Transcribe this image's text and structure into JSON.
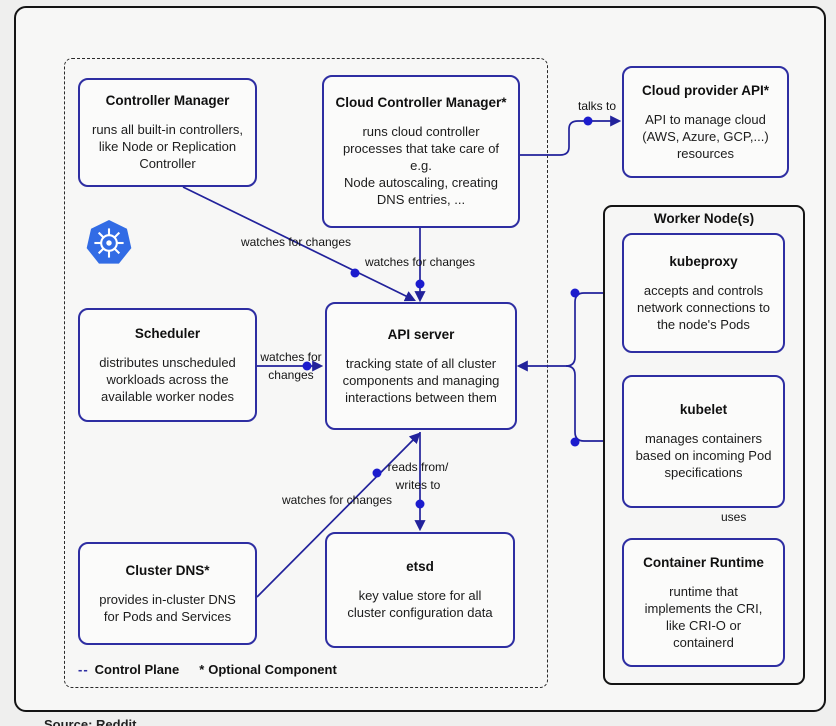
{
  "colors": {
    "box_border": "#2e2ea2",
    "wire": "#22229b",
    "dot": "#1c1ccd",
    "k8s_blue": "#326CE5",
    "frame_border": "#141414"
  },
  "caption": {
    "source": "Source: Reddit"
  },
  "control_plane": {
    "legend": {
      "dash": "--",
      "control_plane_label": "Control Plane",
      "star": "*",
      "optional_label": "Optional Component"
    },
    "nodes": {
      "controller_manager": {
        "title": "Controller Manager",
        "body": "runs all built-in controllers,\nlike Node or Replication\nController"
      },
      "cloud_controller_manager": {
        "title": "Cloud Controller Manager*",
        "body": "runs cloud controller\nprocesses that take care of\ne.g.\nNode autoscaling, creating\nDNS entries, ..."
      },
      "scheduler": {
        "title": "Scheduler",
        "body": "distributes unscheduled\nworkloads across the\navailable worker nodes"
      },
      "api_server": {
        "title": "API server",
        "body": "tracking state of all cluster\ncomponents and managing\ninteractions between them"
      },
      "cluster_dns": {
        "title": "Cluster DNS*",
        "body": "provides in-cluster DNS\nfor Pods and Services"
      },
      "etsd": {
        "title": "etsd",
        "body": "key value store for all\ncluster configuration data"
      }
    }
  },
  "cloud": {
    "cloud_provider_api": {
      "title": "Cloud provider API*",
      "body": "API to manage cloud\n(AWS, Azure, GCP,...)\nresources"
    }
  },
  "worker": {
    "title": "Worker Node(s)",
    "nodes": {
      "kubeproxy": {
        "title": "kubeproxy",
        "body": "accepts and controls\nnetwork connections to\nthe node's Pods"
      },
      "kubelet": {
        "title": "kubelet",
        "body": "manages containers\nbased on incoming Pod\nspecifications"
      },
      "container_runtime": {
        "title": "Container Runtime",
        "body": "runtime that\nimplements the CRI,\nlike CRI-O or\ncontainerd"
      }
    }
  },
  "edges": {
    "talks_to": "talks to",
    "watches_cm": "watches for changes",
    "watches_ccm": "watches for changes",
    "watches_scheduler": "watches for\nchanges",
    "watches_dns": "watches for changes",
    "reads_writes": "reads from/\nwrites to",
    "uses": "uses"
  },
  "icons": {
    "kubernetes_logo": "kubernetes-helm-logo"
  }
}
